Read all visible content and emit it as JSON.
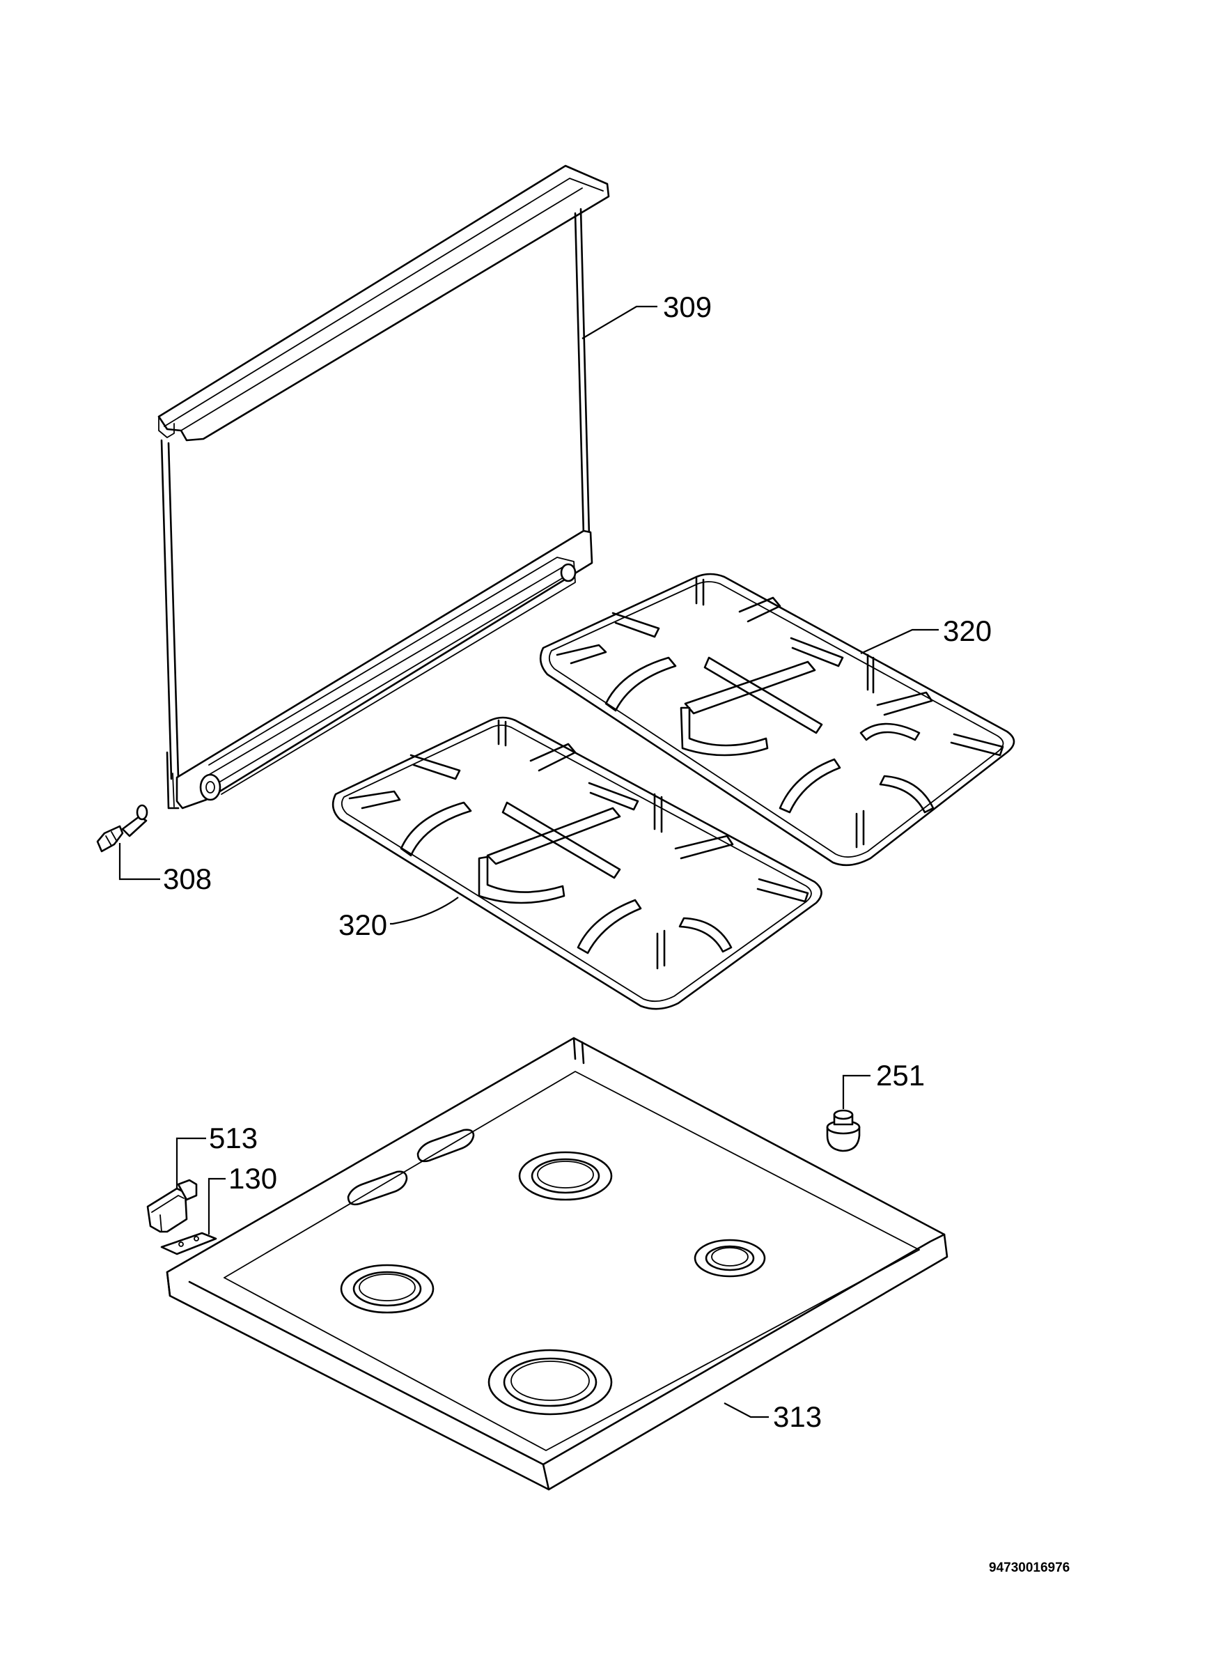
{
  "diagram": {
    "parts": [
      {
        "id": "309",
        "label": "309",
        "name": "glass-lid"
      },
      {
        "id": "308",
        "label": "308",
        "name": "lid-hinge-pin"
      },
      {
        "id": "320a",
        "label": "320",
        "name": "pan-support-right"
      },
      {
        "id": "320b",
        "label": "320",
        "name": "pan-support-left"
      },
      {
        "id": "251",
        "label": "251",
        "name": "rubber-foot"
      },
      {
        "id": "513",
        "label": "513",
        "name": "hinge-bracket"
      },
      {
        "id": "130",
        "label": "130",
        "name": "fixing-plate"
      },
      {
        "id": "313",
        "label": "313",
        "name": "hob-top-panel"
      }
    ],
    "document_number": "94730016976"
  }
}
